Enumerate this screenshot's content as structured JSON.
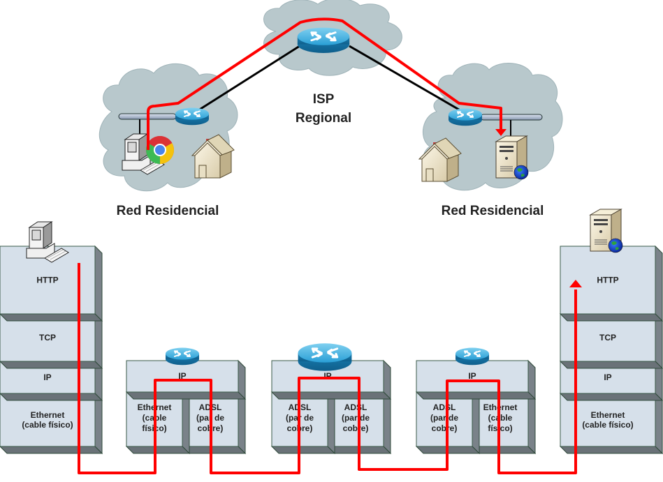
{
  "top": {
    "isp_label_line1": "ISP",
    "isp_label_line2": "Regional",
    "left_network_label": "Red Residencial",
    "right_network_label": "Red Residencial"
  },
  "stacks": {
    "client": {
      "device": "pc-icon",
      "layers": [
        "HTTP",
        "TCP",
        "IP",
        [
          "Ethernet",
          "(cable físico)"
        ]
      ]
    },
    "router1": {
      "device": "router-icon",
      "network": "IP",
      "left": [
        "Ethernet",
        "(cable",
        "físico)"
      ],
      "right": [
        "ADSL",
        "(par de",
        "cobre)"
      ]
    },
    "router2": {
      "device": "router-icon",
      "network": "IP",
      "left": [
        "ADSL",
        "(par de",
        "cobre)"
      ],
      "right": [
        "ADSL",
        "(par de",
        "cobre)"
      ]
    },
    "router3": {
      "device": "router-icon",
      "network": "IP",
      "left": [
        "ADSL",
        "(par de",
        "cobre)"
      ],
      "right": [
        "Ethernet",
        "(cable",
        "físico)"
      ]
    },
    "server": {
      "device": "web-server-icon",
      "layers": [
        "HTTP",
        "TCP",
        "IP",
        [
          "Ethernet",
          "(cable físico)"
        ]
      ]
    }
  },
  "colors": {
    "path": "#ff0000",
    "link": "#000000",
    "cloud": "#b8c8cc",
    "layer_fill": "#d6e0ea",
    "layer_side": "#7a8289",
    "router": "#1f8fc4"
  }
}
